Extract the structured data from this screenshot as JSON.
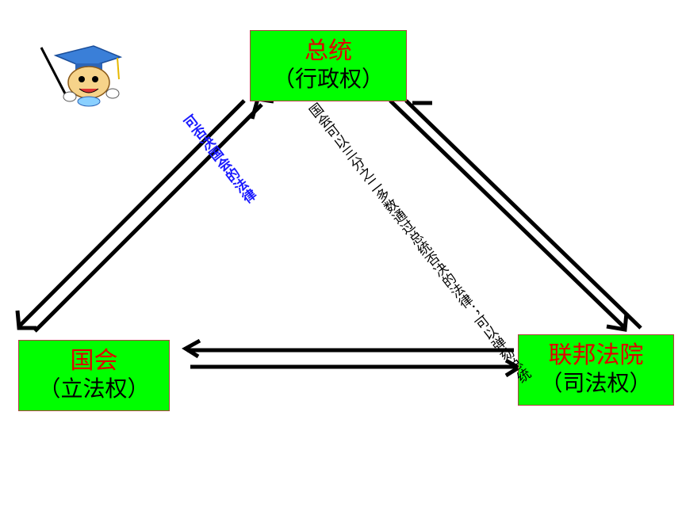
{
  "president": {
    "title": "总统",
    "subtitle": "（行政权）"
  },
  "congress": {
    "title": "国会",
    "subtitle": "（立法权）"
  },
  "court": {
    "title": "联邦法院",
    "subtitle": "（司法权）"
  },
  "labels": {
    "court_veto": "可否决国会的法律",
    "congress_override": "国会可以三分之二多数通过总统否决的法律；可以弹劾总统"
  },
  "colors": {
    "box_fill": "#00ff00",
    "title_red": "#e00000",
    "label_blue": "#1a1aff"
  },
  "icons": {
    "mascot": "graduate-mascot-with-pointer"
  }
}
